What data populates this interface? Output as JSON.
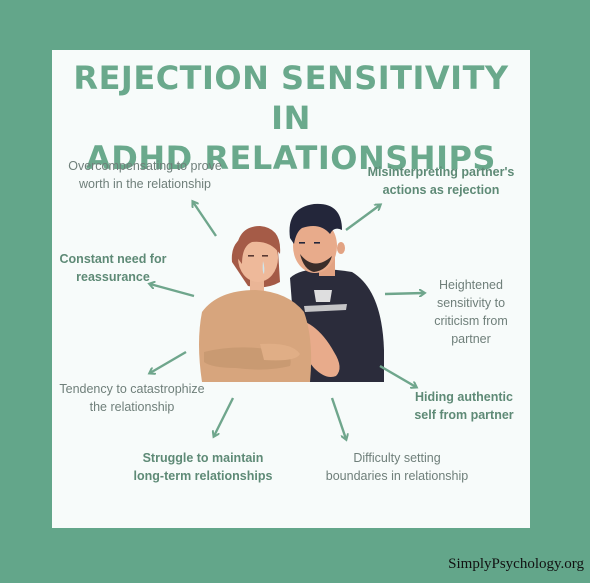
{
  "title": {
    "line1": "REJECTION SENSITIVITY IN",
    "line2": "ADHD RELATIONSHIPS"
  },
  "labels": {
    "overcompensating": {
      "line1": "Overcompensating to prove",
      "line2": "worth in the relationship"
    },
    "misinterpreting": {
      "line1": "Misinterpreting partner's",
      "line2": "actions as rejection"
    },
    "reassurance": {
      "line1": "Constant need for",
      "line2": "reassurance"
    },
    "heightened": {
      "line1": "Heightened",
      "line2": "sensitivity to",
      "line3": "criticism from",
      "line4": "partner"
    },
    "catastrophize": {
      "line1": "Tendency to catastrophize",
      "line2": "the relationship"
    },
    "hiding": {
      "line1": "Hiding authentic",
      "line2": "self from partner"
    },
    "struggle": {
      "line1": "Struggle to maintain",
      "line2": "long-term relationships"
    },
    "boundaries": {
      "line1": "Difficulty setting",
      "line2": "boundaries in relationship"
    }
  },
  "footer": "SimplyPsychology.org",
  "colors": {
    "background": "#63a68a",
    "card": "#f7fbfa",
    "title": "#6aa98c",
    "arrow": "#6fa68c",
    "bold_text": "#5e8a76",
    "text": "#6f7f7a"
  }
}
